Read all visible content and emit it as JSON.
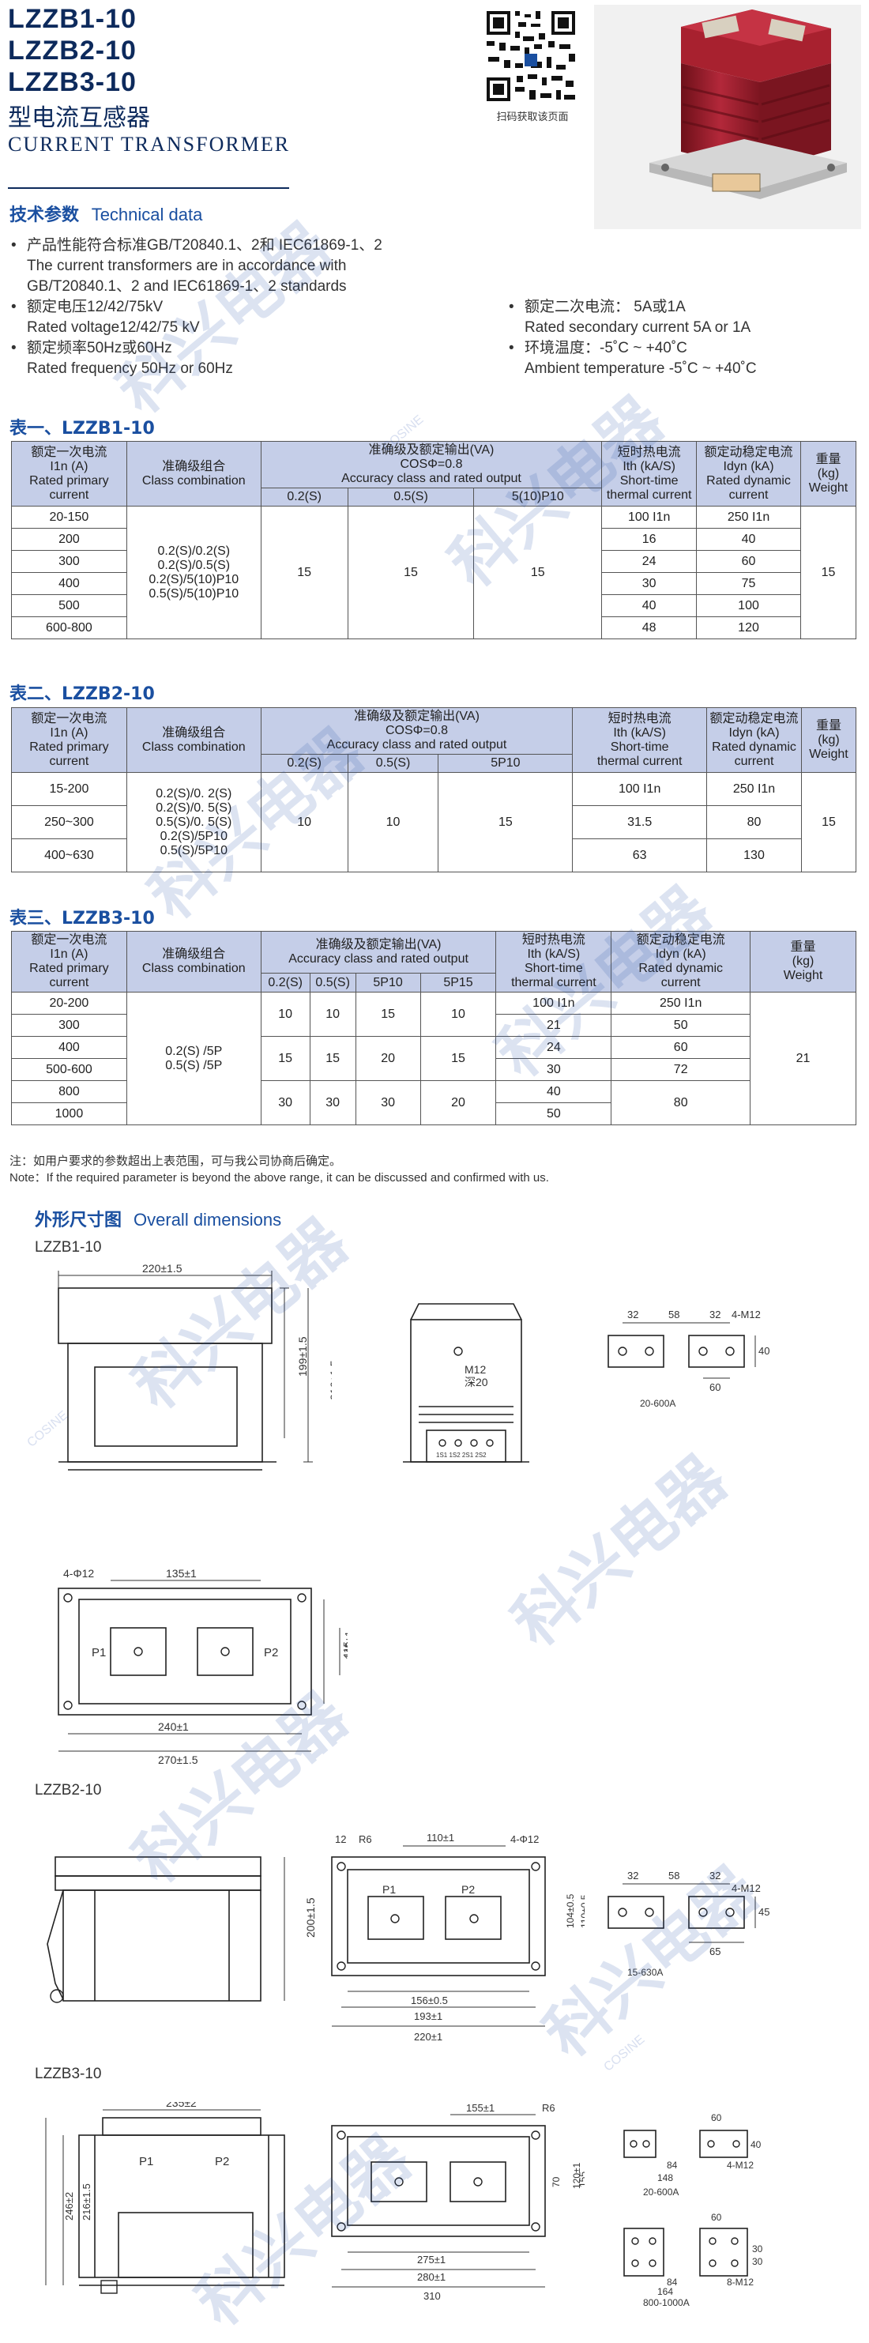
{
  "header": {
    "models": [
      "LZZB1-10",
      "LZZB2-10",
      "LZZB3-10"
    ],
    "type_cn": "型电流互感器",
    "type_en": "CURRENT TRANSFORMER",
    "qr_caption": "扫码获取该页面"
  },
  "tech": {
    "heading_cn": "技术参数",
    "heading_en": "Technical data",
    "left_items": [
      [
        "产品性能符合标准GB/T20840.1、2和 IEC61869-1、2",
        "The current transformers are in accordance with",
        "GB/T20840.1、2 and IEC61869-1、2 standards"
      ],
      [
        "额定电压12/42/75kV",
        "Rated voltage12/42/75 kV"
      ],
      [
        "额定频率50Hz或60Hz",
        "Rated  frequency 50Hz or 60Hz"
      ]
    ],
    "right_items": [
      [
        "额定二次电流：  5A或1A",
        "Rated secondary current 5A or 1A"
      ],
      [
        "环境温度：-5˚C ~ +40˚C",
        "Ambient temperature -5˚C ~ +40˚C"
      ]
    ]
  },
  "headers": {
    "primary": [
      "额定一次电流",
      "I1n (A)",
      "Rated primary",
      "current"
    ],
    "class": [
      "准确级组合",
      "Class combination"
    ],
    "accuracy": [
      "准确级及额定输出(VA)",
      "COSΦ=0.8",
      "Accuracy class and rated output"
    ],
    "thermal": [
      "短时热电流",
      "Ith (kA/S)",
      "Short-time",
      "thermal current"
    ],
    "dynamic": [
      "额定动稳定电流",
      "Idyn (kA)",
      "Rated dynamic",
      "current"
    ],
    "weight": [
      "重量",
      "(kg)",
      "Weight"
    ]
  },
  "table1": {
    "title": "表一、LZZB1-10",
    "acc_cols": [
      "0.2(S)",
      "0.5(S)",
      "5(10)P10"
    ],
    "primary": [
      "20-150",
      "200",
      "300",
      "400",
      "500",
      "600-800"
    ],
    "class": [
      "0.2(S)/0.2(S)",
      "0.2(S)/0.5(S)",
      "0.2(S)/5(10)P10",
      "0.5(S)/5(10)P10"
    ],
    "acc_vals": [
      "15",
      "15",
      "15"
    ],
    "thermal": [
      "100 I1n",
      "16",
      "24",
      "30",
      "40",
      "48"
    ],
    "dynamic": [
      "250 I1n",
      "40",
      "60",
      "75",
      "100",
      "120"
    ],
    "weight": "15"
  },
  "table2": {
    "title": "表二、LZZB2-10",
    "acc_cols": [
      "0.2(S)",
      "0.5(S)",
      "5P10"
    ],
    "primary": [
      "15-200",
      "250~300",
      "400~630"
    ],
    "class": [
      "0.2(S)/0. 2(S)",
      "0.2(S)/0. 5(S)",
      "0.5(S)/0. 5(S)",
      "0.2(S)/5P10",
      "0.5(S)/5P10"
    ],
    "acc_vals": [
      "10",
      "10",
      "15"
    ],
    "thermal": [
      "100 I1n",
      "31.5",
      "63"
    ],
    "dynamic": [
      "250 I1n",
      "80",
      "130"
    ],
    "weight": "15"
  },
  "table3": {
    "title": "表三、LZZB3-10",
    "acc_cols": [
      "0.2(S)",
      "0.5(S)",
      "5P10",
      "5P15"
    ],
    "primary": [
      "20-200",
      "300",
      "400",
      "500-600",
      "800",
      "1000"
    ],
    "class": [
      "0.2(S) /5P",
      "0.5(S) /5P"
    ],
    "acc_row1": [
      "10",
      "10",
      "15",
      "10"
    ],
    "acc_row2": [
      "15",
      "15",
      "20",
      "15"
    ],
    "acc_row3": [
      "30",
      "30",
      "30",
      "20"
    ],
    "thermal": [
      "100 I1n",
      "21",
      "24",
      "30",
      "40",
      "50"
    ],
    "dynamic": [
      "250 I1n",
      "50",
      "60",
      "72",
      "80"
    ],
    "weight": "21"
  },
  "notes": [
    "注：如用户要求的参数超出上表范围，可与我公司协商后确定。",
    "Note：If the required parameter is beyond the above range, it can be discussed and confirmed with us."
  ],
  "dimensions": {
    "heading_cn": "外形尺寸图",
    "heading_en": "Overall dimensions",
    "labels": [
      "LZZB1-10",
      "LZZB2-10",
      "LZZB3-10"
    ]
  },
  "watermark": "科兴电器",
  "logo_text": "COSINE",
  "colors": {
    "navy": "#0d2a5c",
    "blue": "#1a4fa0",
    "header_bg": "#c5cee8",
    "product_red": "#9a1f2c"
  }
}
